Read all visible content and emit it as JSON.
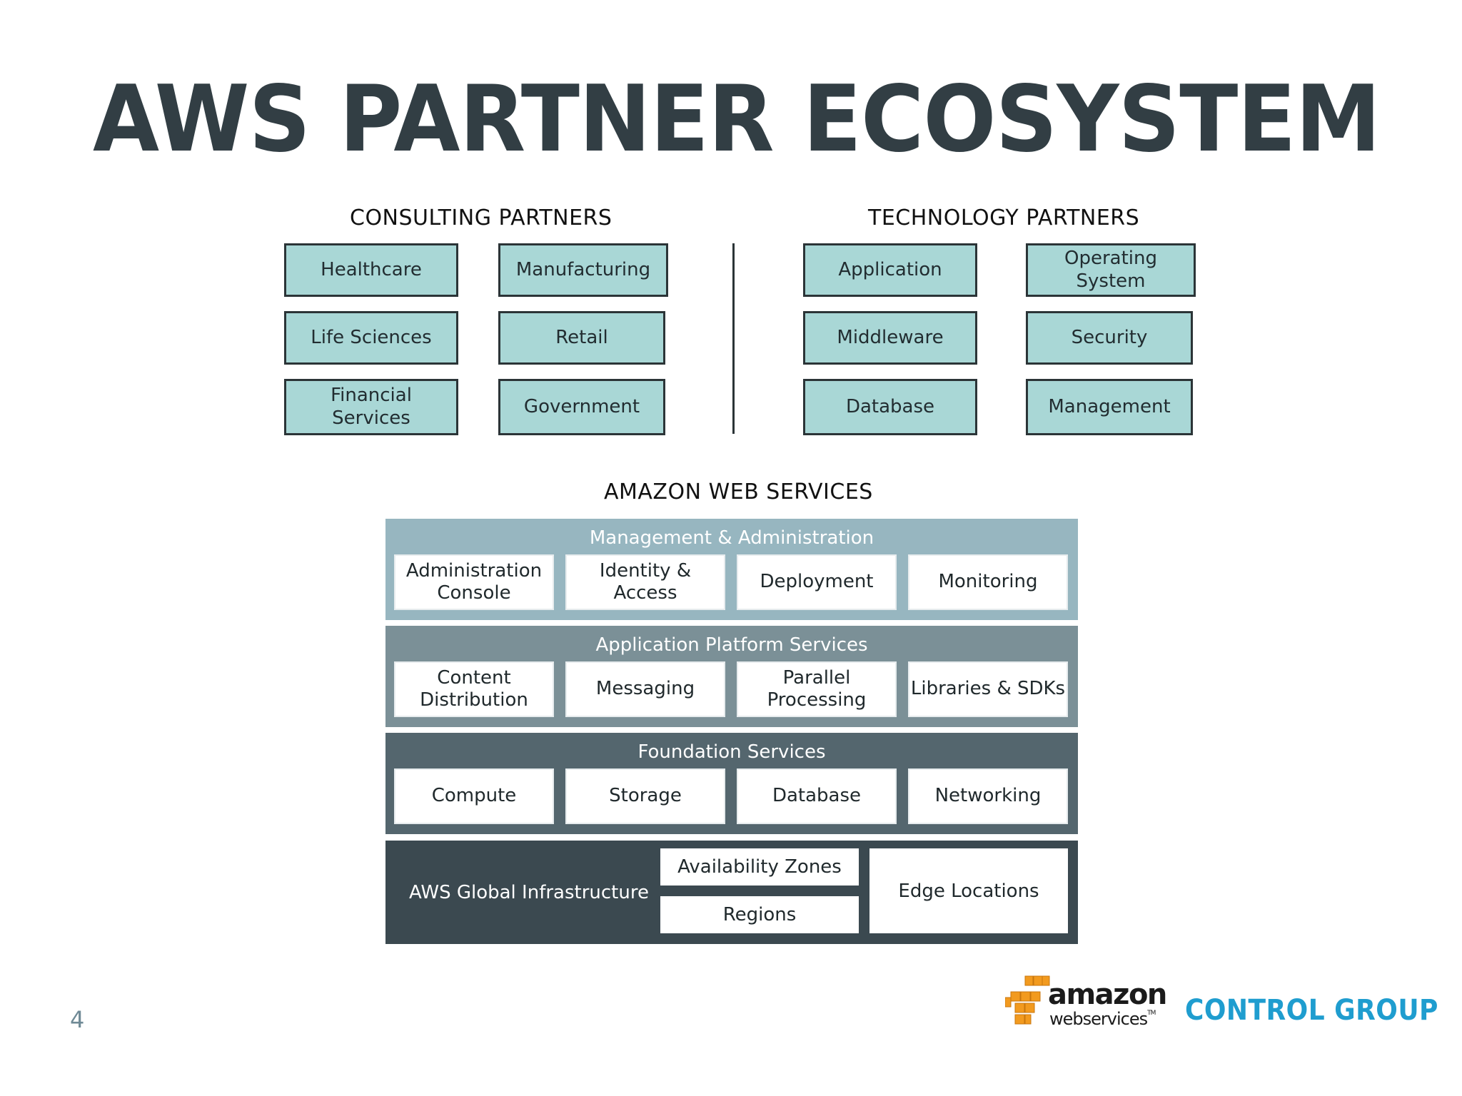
{
  "title": "AWS PARTNER ECOSYSTEM",
  "consulting": {
    "heading": "CONSULTING PARTNERS",
    "items": [
      "Healthcare",
      "Manufacturing",
      "Life Sciences",
      "Retail",
      "Financial\nServices",
      "Government"
    ]
  },
  "technology": {
    "heading": "TECHNOLOGY PARTNERS",
    "items": [
      "Application",
      "Operating\nSystem",
      "Middleware",
      "Security",
      "Database",
      "Management"
    ]
  },
  "aws": {
    "heading": "AMAZON WEB SERVICES",
    "management": {
      "label": "Management & Administration",
      "items": [
        "Administration\nConsole",
        "Identity & Access",
        "Deployment",
        "Monitoring"
      ]
    },
    "application": {
      "label": "Application Platform Services",
      "items": [
        "Content\nDistribution",
        "Messaging",
        "Parallel\nProcessing",
        "Libraries & SDKs"
      ]
    },
    "foundation": {
      "label": "Foundation Services",
      "items": [
        "Compute",
        "Storage",
        "Database",
        "Networking"
      ]
    },
    "infrastructure": {
      "label": "AWS Global Infrastructure",
      "availability_zones": "Availability Zones",
      "regions": "Regions",
      "edge_locations": "Edge Locations"
    }
  },
  "footer": {
    "page_number": "4",
    "aws_logo_word": "amazon",
    "aws_logo_sub": "webservices",
    "aws_logo_tm": "TM",
    "partner_logo": "CONTROL GROUP"
  },
  "colors": {
    "partner_box": "#a9d7d6",
    "layer_management": "#97b6c0",
    "layer_application": "#7b9097",
    "layer_foundation": "#54666e",
    "layer_infrastructure": "#3b4950",
    "aws_orange": "#f29a1f",
    "control_group_blue": "#1f9dcf"
  }
}
